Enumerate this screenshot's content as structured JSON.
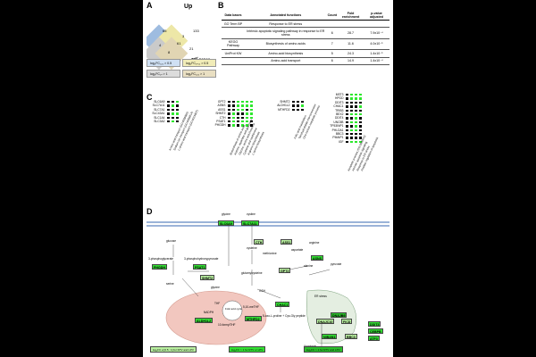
{
  "panels": {
    "a": "A",
    "b": "B",
    "c": "C",
    "d": "D"
  },
  "colors": {
    "venn_blue": "#7ea6d6",
    "venn_yellow": "#e8e08a",
    "venn_grey": "#b9b9b9",
    "venn_tan": "#d8c89a",
    "heat_green": "#2ee82e",
    "heat_black": "#000000",
    "mito": "#f2c7bf",
    "membrane": "#9bb3d8"
  },
  "venn": {
    "title": "Up",
    "counts": [
      "65",
      "133",
      "4",
      "61",
      "8",
      "21",
      "42",
      "3"
    ],
    "total_label": "131 genes",
    "legend": [
      "log₂FC₅₂₁ > 0.5",
      "log₂FC₁ₓ₅₂ > 0.5",
      "log₂FC₂ₓ > 1",
      "log₂FC₅₂₁ > 1"
    ]
  },
  "table": {
    "headers": [
      "Data bases",
      "Annotated functions",
      "Count",
      "Fold enrichment",
      "p-value adjusted"
    ],
    "rows": [
      {
        "db": "GO Term BP",
        "fn": "Response to ER stress",
        "count": "",
        "fold": "",
        "p": ""
      },
      {
        "db": "",
        "fn": "Intrinsic apoptotic signaling pathway in response to ER stress",
        "count": "6",
        "fold": "28.7",
        "p": "7.9x10⁻⁴"
      },
      {
        "db": "KEGG Pathway",
        "fn": "Biosynthesis of amino acids",
        "count": "7",
        "fold": "11.6",
        "p": "4.0x10⁻⁵"
      },
      {
        "db": "UniProt KW",
        "fn": "Amino-acid biosynthesis",
        "count": "5",
        "fold": "24.3",
        "p": "1.4x10⁻⁵"
      },
      {
        "db": "",
        "fn": "Amino-acid transport",
        "count": "6",
        "fold": "14.9",
        "p": "1.4x10⁻⁴"
      }
    ]
  },
  "heatmaps": [
    {
      "genes": [
        "SLC6A9",
        "SLC7A11",
        "SLC7A1",
        "SLC43A1",
        "SLC1A4",
        "SLC3A2"
      ],
      "columns": [
        "Amino acid transport (GO:0006865)",
        "Sodium ion transport (GO:0006814)",
        "L-amino acid transport (GO:0015807)"
      ],
      "matrix": [
        [
          1,
          1,
          0
        ],
        [
          1,
          0,
          1
        ],
        [
          1,
          1,
          1
        ],
        [
          1,
          0,
          0
        ],
        [
          1,
          1,
          1
        ],
        [
          1,
          0,
          1
        ]
      ]
    },
    {
      "genes": [
        "GPT2",
        "ASNS",
        "ASS1",
        "SHMT2",
        "CTH",
        "PSAT1",
        "PHGDH"
      ],
      "columns": [
        "Biosynthesis of amino acids",
        "Alanine, aspartate and glutamate",
        "Glycine, serine and threonine",
        "Cysteine and methionine",
        "Arginine biosynthesis",
        "L-serine biosynthesis"
      ],
      "matrix": [
        [
          1,
          1,
          0,
          0,
          0,
          0
        ],
        [
          1,
          1,
          0,
          0,
          0,
          0
        ],
        [
          1,
          1,
          0,
          0,
          1,
          0
        ],
        [
          1,
          0,
          1,
          1,
          0,
          0
        ],
        [
          1,
          0,
          1,
          1,
          0,
          0
        ],
        [
          1,
          0,
          1,
          0,
          0,
          1
        ],
        [
          1,
          0,
          1,
          0,
          0,
          1
        ]
      ]
    },
    {
      "genes": [
        "SHMT2",
        "ALDH1L2",
        "MTHFD2"
      ],
      "columns": [
        "Folic acid metabolism",
        "Tetrahydrofolate interconversion",
        "One-carbon metabolic process"
      ],
      "matrix": [
        [
          1,
          1,
          1
        ],
        [
          1,
          1,
          0
        ],
        [
          1,
          1,
          1
        ]
      ]
    },
    {
      "genes": [
        "MST3",
        "HPGD",
        "DDIT3",
        "CHAC1",
        "TRIB3",
        "BEX2",
        "DDIT4",
        "UNC5B",
        "TP53INP1",
        "PHLDA1",
        "BBC3",
        "PMAIP1",
        "IGF"
      ],
      "columns": [
        "Apoptotic process (GO:0006915)",
        "Intrinsic apoptotic signaling",
        "Response to ER stress",
        "Positive regulation of apoptosis"
      ],
      "matrix": [
        [
          1,
          0,
          0,
          0
        ],
        [
          1,
          0,
          0,
          0
        ],
        [
          1,
          1,
          1,
          1
        ],
        [
          1,
          1,
          1,
          0
        ],
        [
          1,
          1,
          1,
          1
        ],
        [
          1,
          0,
          0,
          0
        ],
        [
          1,
          1,
          0,
          1
        ],
        [
          1,
          0,
          0,
          1
        ],
        [
          1,
          1,
          0,
          1
        ],
        [
          1,
          0,
          0,
          1
        ],
        [
          1,
          1,
          1,
          1
        ],
        [
          1,
          1,
          1,
          1
        ],
        [
          1,
          0,
          0,
          0
        ]
      ]
    }
  ],
  "pathway": {
    "membrane_labels": {
      "glycine": "glycine",
      "cystine": "cystine"
    },
    "transporters": [
      "SLC6A9",
      "SLC7A11"
    ],
    "metabolites": {
      "glucose": "glucose",
      "pg3": "3-phosphoglycerate",
      "php": "3-phosphohydroxypyruvate",
      "serine": "serine",
      "glycine_in": "glycine",
      "cysteine": "cysteine",
      "methionine": "methionine",
      "glutamylcysteine": "glutamylcysteine",
      "gsh": "GSH",
      "arginine": "arginine",
      "aspartate": "aspartate",
      "alanine": "alanine",
      "pyruvate": "pyruvate",
      "thf": "THF",
      "mthf": "5,10-meTHF",
      "nadph": "NADPH",
      "fthf": "10-formylTHF",
      "folic": "Folic acid cycle",
      "oxoprol": "5-oxo-L-proline + Cys-Gly peptide",
      "er_stress": "ER stress",
      "apoptosis": "Apoptosis"
    },
    "genes": {
      "phgdh": "PHGDH",
      "psat1": "PSAT1",
      "shmt2": "SHMT2",
      "aldh1l2": "ALDH1L2",
      "mthfd2": "MTHFD2",
      "cth": "CTH",
      "ass1": "ASS1",
      "asns": "ASNS",
      "gpt2": "GPT2",
      "chac1": "CHAC1",
      "dnajb9": "DNAJB9",
      "dnajc10": "DNAJC10",
      "fic": "FICD",
      "nbarm": "NIBAN1",
      "bbc3": "BBC3",
      "ddit3": "DDIT3",
      "cebpb": "CEBPB",
      "atf3": "ATF3"
    },
    "legend": [
      "log₂FC ≥ [0.5 ; 1] for R7V and LPV",
      "log₂FC > 1 for R7V or LPV",
      "log₂FC > 1 for R7V and LPV"
    ]
  }
}
